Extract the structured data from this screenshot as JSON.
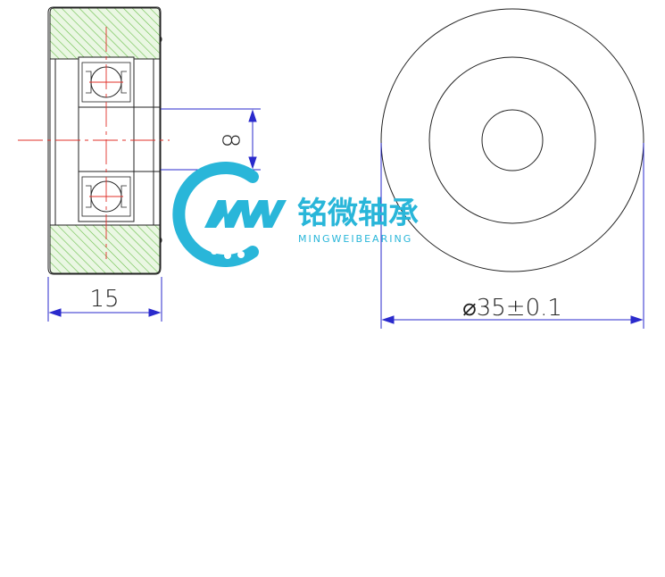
{
  "side_view": {
    "width_dimension": "15",
    "bore_dimension": "8"
  },
  "front_view": {
    "diameter_dimension": "⌀35±0.1"
  },
  "watermark": {
    "monogram": "MW",
    "name_cn": "铭微轴承",
    "name_en": "MINGWEIBEARING"
  },
  "colors": {
    "line": "#222222",
    "hatch": "#6abf4b",
    "hatch_fill": "#e8f6df",
    "centerline": "#e0302a",
    "dimension": "#2a2acc",
    "brand": "#29b6d9"
  }
}
